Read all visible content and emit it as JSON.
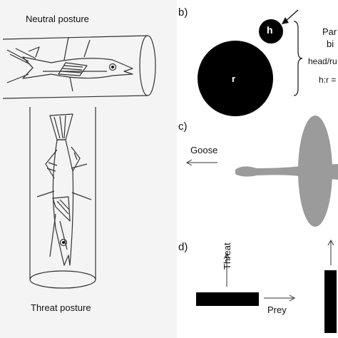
{
  "panel_a": {
    "neutral_label": "Neutral posture",
    "threat_label": "Threat posture"
  },
  "panel_b": {
    "label": "b)",
    "circle_r": "r",
    "circle_h": "h",
    "text_line1": "Par",
    "text_line2": "bi",
    "text_line3": "head/ru",
    "text_line4": "h:r ="
  },
  "panel_c": {
    "label": "c)",
    "goose_label": "Goose"
  },
  "panel_d": {
    "label": "d)",
    "threat_label": "Threat",
    "prey_label": "Prey"
  },
  "colors": {
    "black": "#000000",
    "shape_gray": "#9b9b9b",
    "line": "#333333"
  }
}
